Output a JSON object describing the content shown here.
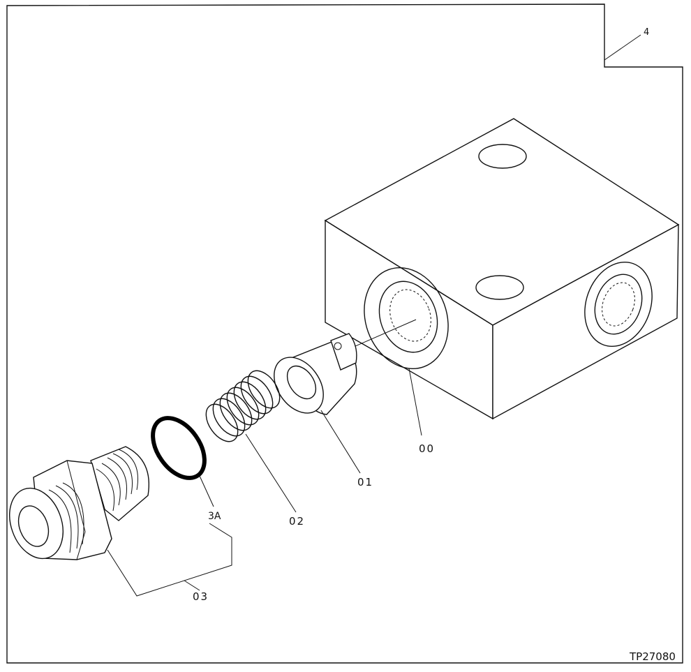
{
  "callouts": {
    "block": "00",
    "poppet": "01",
    "spring": "02",
    "oring": "3A",
    "plug_assembly": "03",
    "frame_ref": "4"
  },
  "figure_id": "TP27080"
}
